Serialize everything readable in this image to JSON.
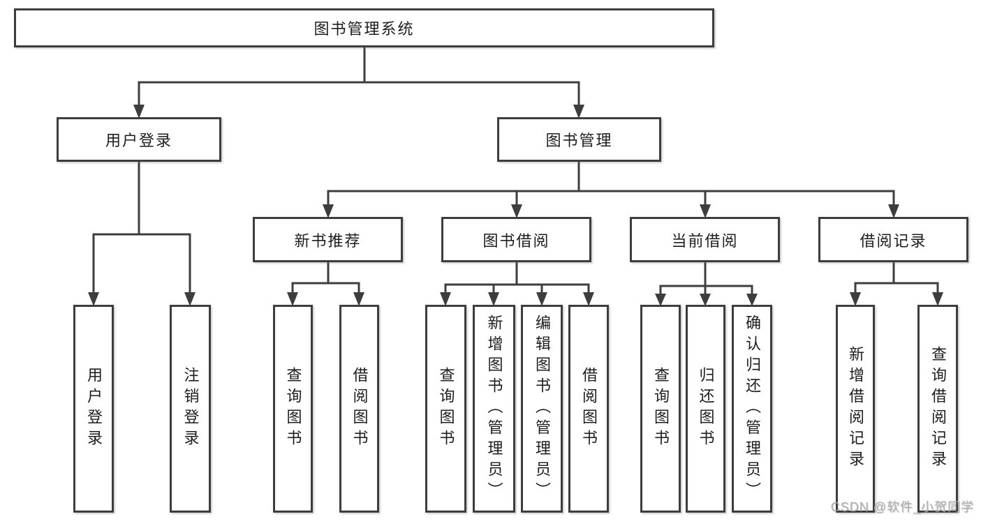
{
  "colors": {
    "line": "#3d3d3d",
    "text": "#1d1d1d",
    "watermark": "#b0b0b0",
    "background": "#ffffff"
  },
  "tree": {
    "root": {
      "label": "图书管理系统",
      "children": [
        {
          "label": "用户登录",
          "children": [
            {
              "label": "用户登录"
            },
            {
              "label": "注销登录"
            }
          ]
        },
        {
          "label": "图书管理",
          "children": [
            {
              "label": "新书推荐",
              "children": [
                {
                  "label": "查询图书"
                },
                {
                  "label": "借阅图书"
                }
              ]
            },
            {
              "label": "图书借阅",
              "children": [
                {
                  "label": "查询图书"
                },
                {
                  "label": "新增图书（管理员）"
                },
                {
                  "label": "编辑图书（管理员）"
                },
                {
                  "label": "借阅图书"
                }
              ]
            },
            {
              "label": "当前借阅",
              "children": [
                {
                  "label": "查询图书"
                },
                {
                  "label": "归还图书"
                },
                {
                  "label": "确认归还（管理员）"
                }
              ]
            },
            {
              "label": "借阅记录",
              "children": [
                {
                  "label": "新增借阅记录"
                },
                {
                  "label": "查询借阅记录"
                }
              ]
            }
          ]
        }
      ]
    }
  },
  "watermark": {
    "text": "CSDN @软件_小贺同学"
  }
}
